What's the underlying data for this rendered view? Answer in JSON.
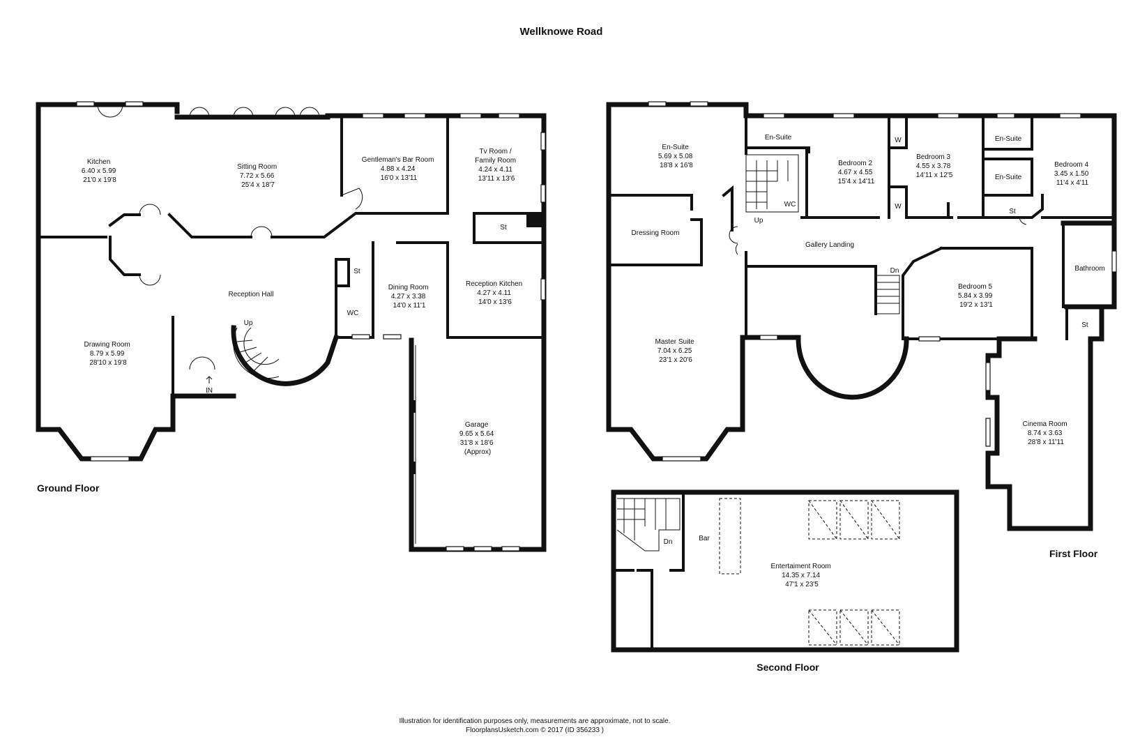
{
  "title": "Wellknowe Road",
  "floors": {
    "ground": "Ground Floor",
    "first": "First Floor",
    "second": "Second Floor"
  },
  "rooms": {
    "kitchen": [
      "Kitchen",
      "6.40 x 5.99",
      "21'0 x 19'8"
    ],
    "sitting": [
      "Sitting Room",
      "7.72 x 5.66",
      "25'4 x 18'7"
    ],
    "bar": [
      "Gentleman's Bar Room",
      "4.88 x 4.24",
      "16'0 x 13'11"
    ],
    "tv": [
      "Tv Room /",
      "Family Room",
      "4.24 x 4.11",
      "13'11 x 13'6"
    ],
    "drawing": [
      "Drawing Room",
      "8.79 x 5.99",
      "28'10 x 19'8"
    ],
    "dining": [
      "Dining Room",
      "4.27 x 3.38",
      "14'0 x 11'1"
    ],
    "reckitchen": [
      "Reception Kitchen",
      "4.27 x 4.11",
      "14'0 x 13'6"
    ],
    "garage": [
      "Garage",
      "9.65 x 5.64",
      "31'8 x 18'6",
      "(Approx)"
    ],
    "ensuite_master": [
      "En-Suite",
      "5.69 x 5.08",
      "18'8 x 16'8"
    ],
    "bed2": [
      "Bedroom 2",
      "4.67 x 4.55",
      "15'4 x 14'11"
    ],
    "bed3": [
      "Bedroom 3",
      "4.55 x 3.78",
      "14'11 x 12'5"
    ],
    "bed4": [
      "Bedroom 4",
      "3.45 x 1.50",
      "11'4 x 4'11"
    ],
    "bed5": [
      "Bedroom 5",
      "5.84 x 3.99",
      "19'2 x 13'1"
    ],
    "master": [
      "Master Suite",
      "7.04 x 6.25",
      "23'1 x 20'6"
    ],
    "cinema": [
      "Cinema Room",
      "8.74 x 3.63",
      "28'8 x 11'11"
    ],
    "entertainment": [
      "Entertaiment Room",
      "14.35 x 7.14",
      "47'1 x 23'5"
    ]
  },
  "labels": {
    "reception_hall": "Reception Hall",
    "st": "St",
    "wc": "WC",
    "up": "Up",
    "dn": "Dn",
    "in": "IN",
    "en_suite": "En-Suite",
    "w": "W",
    "dressing": "Dressing Room",
    "gallery": "Gallery Landing",
    "bathroom": "Bathroom",
    "bar": "Bar"
  },
  "footer": {
    "line1": "Illustration for identification purposes only, measurements are approximate, not to scale.",
    "line2": "FloorplansUsketch.com © 2017 (ID 356233 )"
  }
}
